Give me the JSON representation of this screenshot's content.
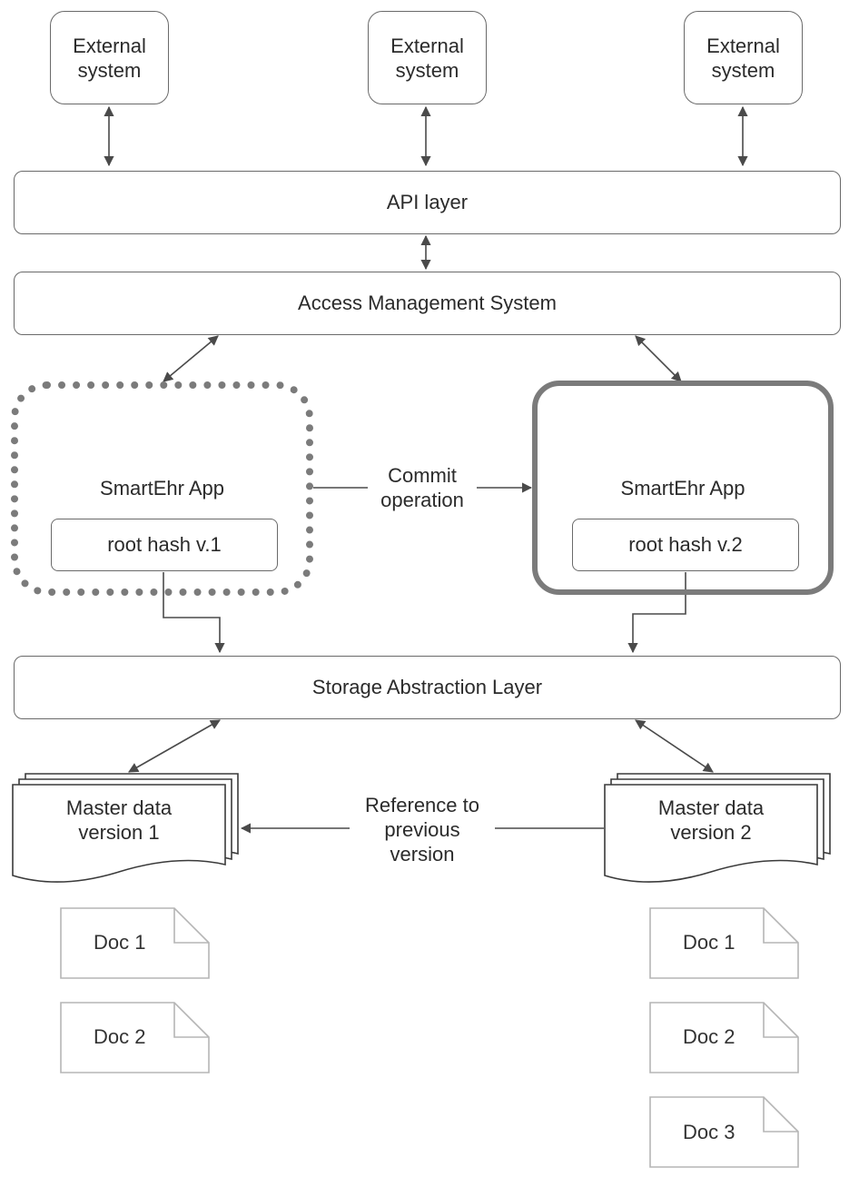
{
  "external_systems": [
    {
      "label": "External\nsystem"
    },
    {
      "label": "External\nsystem"
    },
    {
      "label": "External\nsystem"
    }
  ],
  "api_layer": {
    "label": "API layer"
  },
  "access_management": {
    "label": "Access Management System"
  },
  "app_v1": {
    "label": "SmartEhr App",
    "hash_label": "root hash v.1"
  },
  "app_v2": {
    "label": "SmartEhr App",
    "hash_label": "root hash v.2"
  },
  "commit_label": "Commit\noperation",
  "storage_layer": {
    "label": "Storage Abstraction Layer"
  },
  "master_v1": {
    "label": "Master data\nversion 1"
  },
  "master_v2": {
    "label": "Master data\nversion 2"
  },
  "reference_label": "Reference to\nprevious\nversion",
  "docs_v1": [
    {
      "label": "Doc 1"
    },
    {
      "label": "Doc 2"
    }
  ],
  "docs_v2": [
    {
      "label": "Doc 1"
    },
    {
      "label": "Doc 2"
    },
    {
      "label": "Doc 3"
    }
  ],
  "colors": {
    "stroke": "#6a6a6a",
    "app_border": "#7b7b7b",
    "doc_border": "#b5b5b5",
    "text": "#2b2b2b"
  }
}
